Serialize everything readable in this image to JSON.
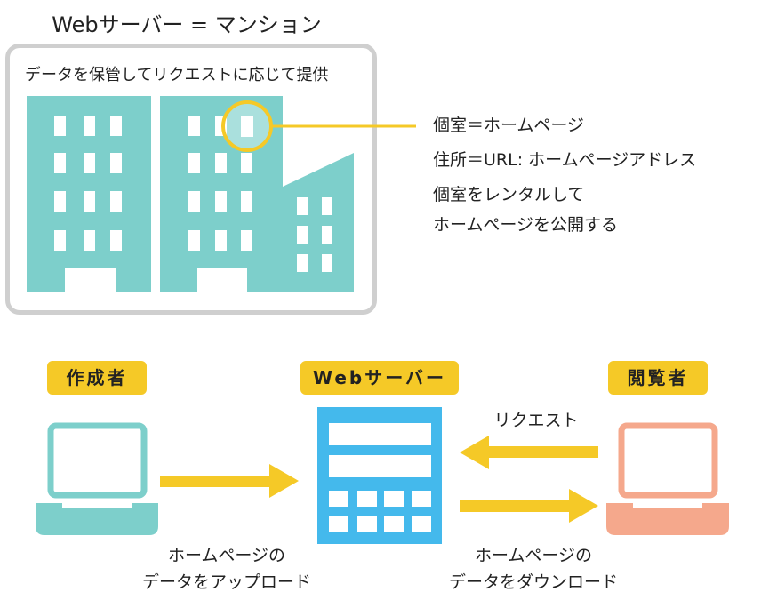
{
  "top": {
    "title": "Webサーバー = マンション",
    "frame_caption": "データを保管してリクエストに応じて提供",
    "notes": {
      "line1": "個室＝ホームページ",
      "line2": "住所＝URL: ホームページアドレス",
      "line3": "個室をレンタルして",
      "line4": "ホームページを公開する"
    }
  },
  "bottom": {
    "creator_tag": "作成者",
    "server_tag": "Webサーバー",
    "viewer_tag": "閲覧者",
    "request_label": "リクエスト",
    "upload_label": {
      "line1": "ホームページの",
      "line2": "データをアップロード"
    },
    "download_label": {
      "line1": "ホームページの",
      "line2": "データをダウンロード"
    }
  },
  "colors": {
    "building": "#7dcfcb",
    "frame": "#cfcfcf",
    "highlight": "#f5c927",
    "arrow": "#f5c927",
    "creator_laptop": "#7dcfcb",
    "viewer_laptop": "#f5a88c",
    "server": "#44b9ec"
  }
}
